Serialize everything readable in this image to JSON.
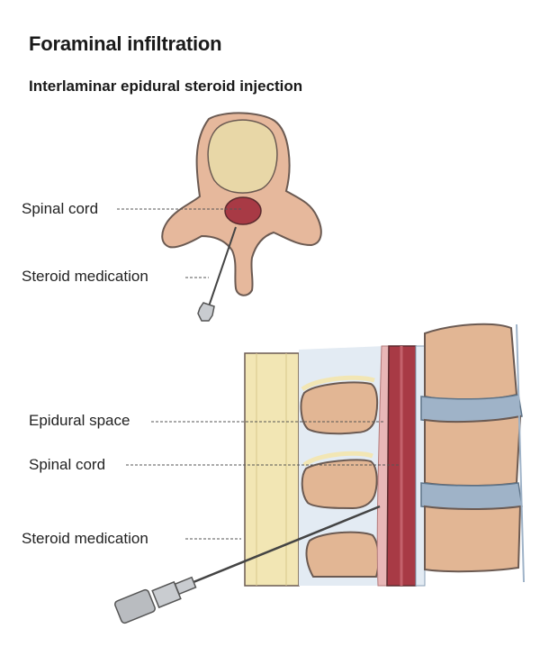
{
  "title": "Foraminal infiltration",
  "subtitle": "Interlaminar epidural steroid injection",
  "top_view": {
    "labels": {
      "spinal_cord": "Spinal cord",
      "steroid_medication": "Steroid medication"
    }
  },
  "side_view": {
    "labels": {
      "epidural_space": "Epidural space",
      "spinal_cord": "Spinal cord",
      "steroid_medication": "Steroid medication"
    }
  },
  "colors": {
    "vertebra_fill": "#e6b89c",
    "vertebra_body": "#e8d7a7",
    "outline": "#6b5a52",
    "cord_red": "#a83a45",
    "disc_blue": "#9fb3c8",
    "ligament_yellow": "#f2e6b4",
    "needle_gray": "#b9bcc0"
  }
}
